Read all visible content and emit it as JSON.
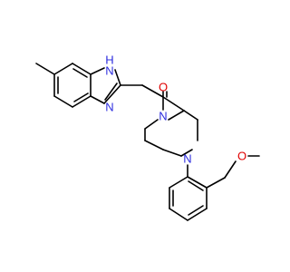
{
  "colors": {
    "nitrogen": "#2c2cde",
    "oxygen": "#e00000",
    "bond": "#000000",
    "background": "#ffffff"
  },
  "labels": {
    "nh_label": "H",
    "n_imidazole_nh": "N",
    "n_imidazole": "N",
    "o_carbonyl": "O",
    "n_piperazine_1": "N",
    "n_piperazine_4": "N",
    "o_methoxy": "O"
  }
}
